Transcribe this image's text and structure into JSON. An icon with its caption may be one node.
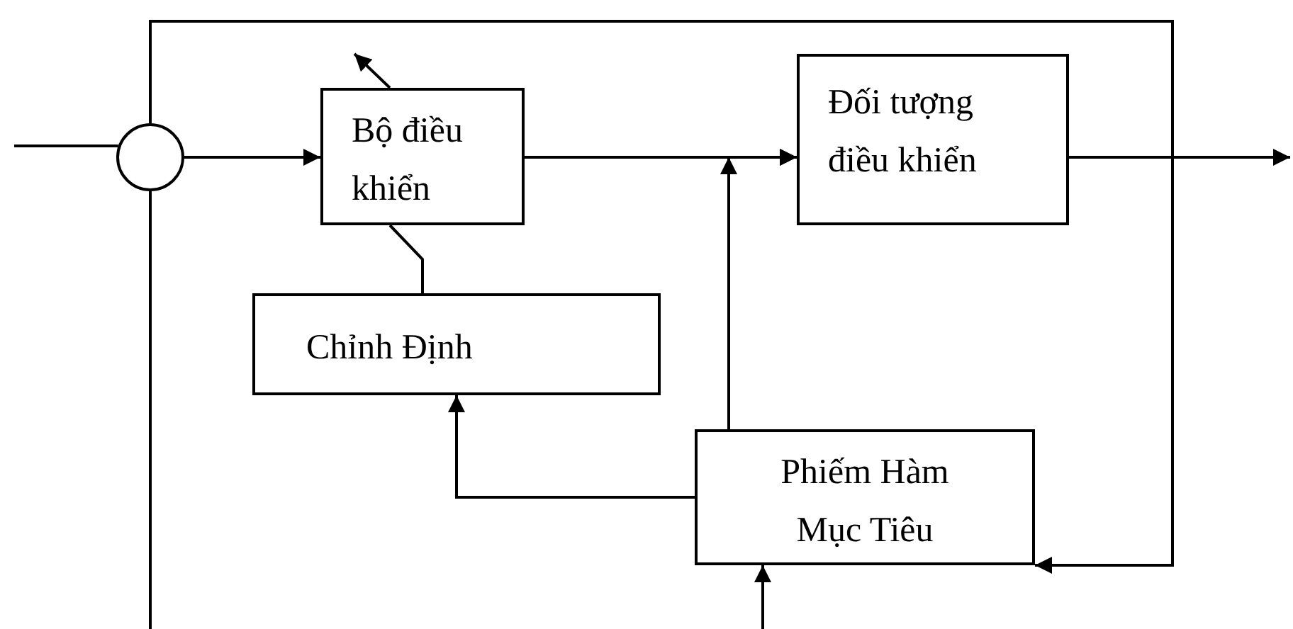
{
  "diagram": {
    "nodes": [
      {
        "text": [],
        "shape": "circle"
      },
      {
        "text": [
          "Bộ điều khiển"
        ]
      },
      {
        "text": [
          "Đối tượng điều khiển"
        ]
      },
      {
        "text": [
          "Chỉnh Định"
        ]
      },
      {
        "text": [
          "Phiếm Hàm Mục Tiêu"
        ]
      }
    ],
    "edges": [
      {
        "from": null,
        "to": 0,
        "arrow": "none"
      },
      {
        "from": 0,
        "to": 1,
        "arrow": "to"
      },
      {
        "from": 1,
        "to": 2,
        "arrow": "to"
      },
      {
        "from": 4,
        "to": 2,
        "arrow": "to"
      },
      {
        "from": 2,
        "to": null,
        "arrow": "to"
      },
      {
        "from": 2,
        "to": 0,
        "arrow": "none"
      },
      {
        "from": 2,
        "to": 4,
        "arrow": "to"
      },
      {
        "from": 0,
        "to": null,
        "arrow": "none"
      },
      {
        "from": null,
        "to": 4,
        "arrow": "to"
      },
      {
        "from": 4,
        "to": 3,
        "arrow": "to"
      },
      {
        "from": 3,
        "to": 1,
        "arrow": "none"
      },
      {
        "from": 1,
        "to": null,
        "arrow": "to"
      }
    ]
  }
}
